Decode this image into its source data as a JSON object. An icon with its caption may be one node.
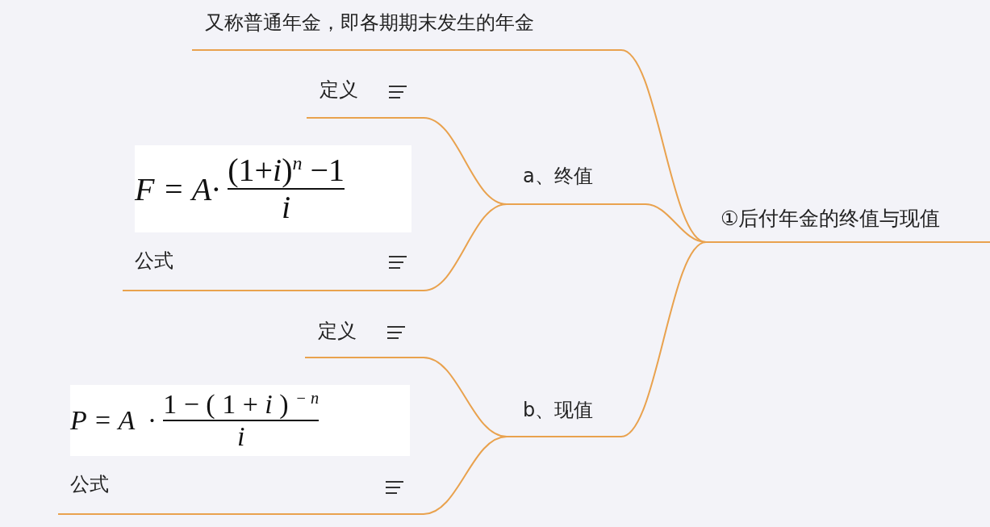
{
  "diagram": {
    "nodes": [
      {
        "text": [
          "①后付年金的终值与现值"
        ]
      },
      {
        "text": [
          "又称普通年金，即各期期末发生的年金"
        ]
      },
      {
        "text": [
          "a、终值"
        ]
      },
      {
        "text": [
          "定义"
        ]
      },
      {
        "text": [
          "F = A·",
          "(1+*i*)$^{n}$ −1",
          "*i*",
          "公式"
        ]
      },
      {
        "text": [
          "b、现值"
        ]
      },
      {
        "text": [
          "定义"
        ]
      },
      {
        "text": [
          "P = A  ·",
          "1 − ( 1 + *i* ) $^{− n}$",
          "*i*",
          "公式"
        ]
      }
    ],
    "edges": [
      {
        "from": 0,
        "to": 1,
        "arrow": "none"
      },
      {
        "from": 0,
        "to": 2,
        "arrow": "none"
      },
      {
        "from": 0,
        "to": 5,
        "arrow": "none"
      },
      {
        "from": 2,
        "to": 3,
        "arrow": "none"
      },
      {
        "from": 2,
        "to": 4,
        "arrow": "none"
      },
      {
        "from": 5,
        "to": 6,
        "arrow": "none"
      },
      {
        "from": 5,
        "to": 7,
        "arrow": "none"
      }
    ]
  }
}
